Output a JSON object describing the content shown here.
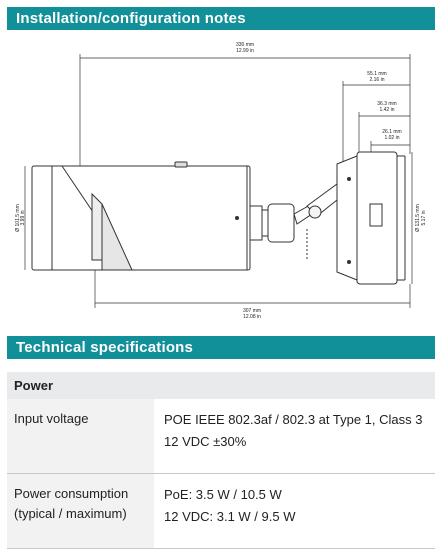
{
  "install": {
    "title": "Installation/configuration notes",
    "dims": {
      "overall_mm": "330 mm",
      "overall_in": "12.99 in",
      "body_mm": "307 mm",
      "body_in": "12.08 in",
      "d1_mm": "55.1 mm",
      "d1_in": "2.16 in",
      "d2_mm": "36.3 mm",
      "d2_in": "1.42 in",
      "d3_mm": "26.1 mm",
      "d3_in": "1.02 in",
      "dia_left": "Ø 101.5 mm",
      "dia_left_in": "3.99 in",
      "dia_right": "Ø 131.5 mm",
      "dia_right_in": "5.17 in"
    }
  },
  "tech": {
    "title": "Technical specifications",
    "section": "Power",
    "rows": [
      {
        "label": "Input voltage",
        "values": [
          "POE IEEE 802.3af / 802.3 at Type 1, Class 3",
          "12 VDC ±30%"
        ]
      },
      {
        "label_lines": [
          "Power consumption",
          "(typical / maximum)"
        ],
        "values": [
          "PoE: 3.5 W / 10.5 W",
          "12 VDC: 3.1 W / 9.5 W"
        ]
      }
    ]
  }
}
